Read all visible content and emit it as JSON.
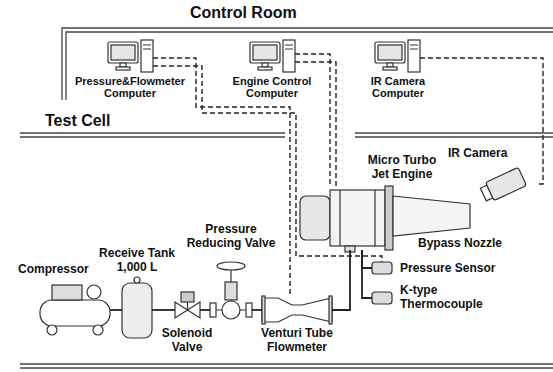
{
  "diagram": {
    "nodes": [
      {
        "text": [
          "Control Room"
        ]
      },
      {
        "text": [
          "Pressure&Flowmeter Computer"
        ],
        "in": 0
      },
      {
        "text": [
          "Engine Control Computer"
        ],
        "in": 0
      },
      {
        "text": [
          "IR Camera Computer"
        ],
        "in": 0
      },
      {
        "text": [
          "Test Cell"
        ]
      },
      {
        "text": [
          "Compressor"
        ],
        "in": 4
      },
      {
        "text": [
          "Receive Tank 1,000 L"
        ],
        "in": 4
      },
      {
        "text": [
          "Solenoid Valve"
        ],
        "in": 4
      },
      {
        "text": [
          "Pressure Reducing Valve"
        ],
        "in": 4
      },
      {
        "text": [
          "Venturi Tube Flowmeter"
        ],
        "in": 4
      },
      {
        "text": [
          "Micro Turbo Jet Engine"
        ],
        "in": 4
      },
      {
        "text": [
          "Pressure Sensor"
        ],
        "in": 4
      },
      {
        "text": [
          "K-type Thermocouple"
        ],
        "in": 4
      },
      {
        "text": [
          "IR Camera"
        ],
        "in": 4
      }
    ],
    "edges": [
      {
        "from": 5,
        "to": 6,
        "arrow": "none"
      },
      {
        "from": 6,
        "to": 7,
        "arrow": "none"
      },
      {
        "from": 7,
        "to": 8,
        "arrow": "none"
      },
      {
        "from": 8,
        "to": 9,
        "arrow": "none"
      },
      {
        "from": 9,
        "to": 10,
        "arrow": "none"
      },
      {
        "from": 1,
        "to": 9,
        "arrow": "none"
      },
      {
        "from": 1,
        "to": 11,
        "arrow": "none"
      },
      {
        "from": 2,
        "to": 10,
        "arrow": "none"
      },
      {
        "from": 2,
        "to": 10,
        "arrow": "none"
      },
      {
        "from": 3,
        "to": 13,
        "arrow": "none"
      },
      {
        "from": 10,
        "to": 11,
        "arrow": "none"
      },
      {
        "from": 10,
        "to": 12,
        "arrow": "none"
      }
    ],
    "labels": [
      "Bypass Nozzle"
    ]
  }
}
